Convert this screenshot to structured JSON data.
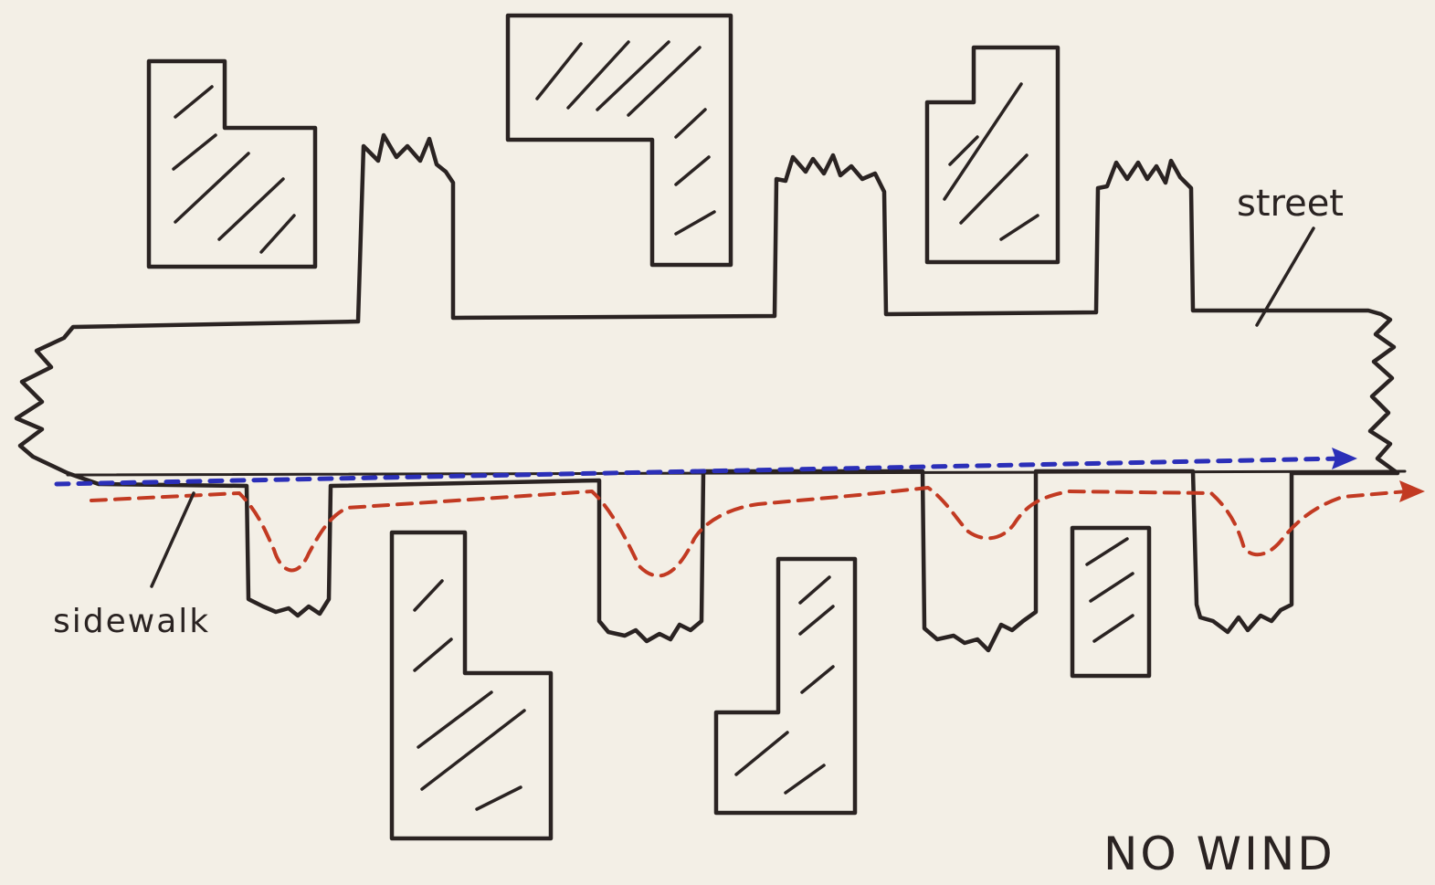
{
  "labels": {
    "street": "street",
    "sidewalk": "sidewalk",
    "title": "NO WIND"
  },
  "colors": {
    "ink": "#2a2322",
    "paper": "#f3efe6",
    "blue_path": "#2b2fb8",
    "red_path": "#c23a22"
  },
  "legend": {
    "blue_path_marker": "arrow",
    "red_path_marker": "arrow"
  }
}
